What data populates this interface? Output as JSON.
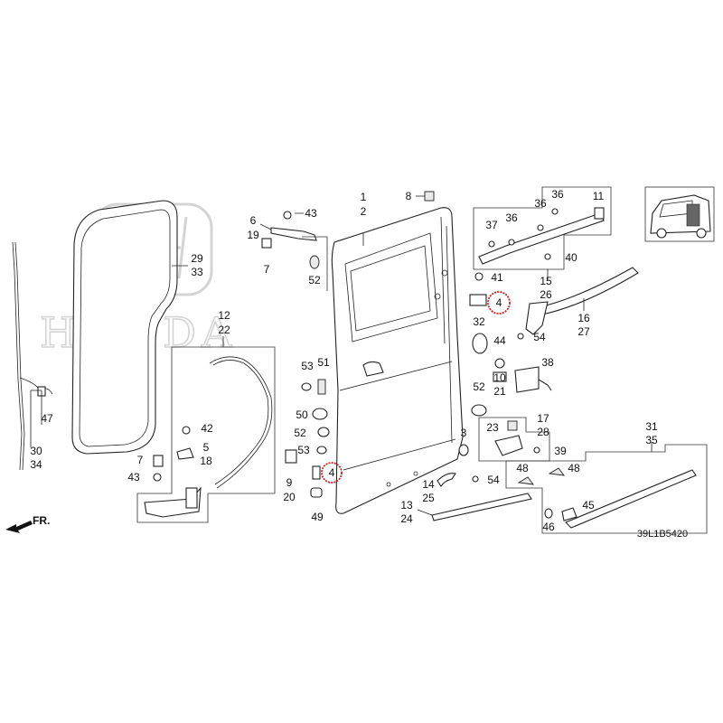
{
  "diagram_code": "39L1B5420",
  "direction_label": "FR.",
  "brand_watermark": "HONDA",
  "highlight_color": "#d21f1f",
  "callouts": [
    {
      "id": "c1",
      "text": "1"
    },
    {
      "id": "c2",
      "text": "2"
    },
    {
      "id": "c8",
      "text": "8"
    },
    {
      "id": "c6",
      "text": "6"
    },
    {
      "id": "c19",
      "text": "19"
    },
    {
      "id": "c43a",
      "text": "43"
    },
    {
      "id": "c7a",
      "text": "7"
    },
    {
      "id": "c52a",
      "text": "52"
    },
    {
      "id": "c29",
      "text": "29"
    },
    {
      "id": "c33",
      "text": "33"
    },
    {
      "id": "c12",
      "text": "12"
    },
    {
      "id": "c22",
      "text": "22"
    },
    {
      "id": "c47",
      "text": "47"
    },
    {
      "id": "c30",
      "text": "30"
    },
    {
      "id": "c34",
      "text": "34"
    },
    {
      "id": "c42",
      "text": "42"
    },
    {
      "id": "c5",
      "text": "5"
    },
    {
      "id": "c18",
      "text": "18"
    },
    {
      "id": "c7b",
      "text": "7"
    },
    {
      "id": "c43b",
      "text": "43"
    },
    {
      "id": "c53a",
      "text": "53"
    },
    {
      "id": "c51",
      "text": "51"
    },
    {
      "id": "c50",
      "text": "50"
    },
    {
      "id": "c52b",
      "text": "52"
    },
    {
      "id": "c53b",
      "text": "53"
    },
    {
      "id": "c9",
      "text": "9"
    },
    {
      "id": "c20",
      "text": "20"
    },
    {
      "id": "c49",
      "text": "49"
    },
    {
      "id": "c4a",
      "text": "4"
    },
    {
      "id": "c4b",
      "text": "4"
    },
    {
      "id": "c37",
      "text": "37"
    },
    {
      "id": "c36a",
      "text": "36"
    },
    {
      "id": "c36b",
      "text": "36"
    },
    {
      "id": "c36c",
      "text": "36"
    },
    {
      "id": "c11",
      "text": "11"
    },
    {
      "id": "c40",
      "text": "40"
    },
    {
      "id": "c41",
      "text": "41"
    },
    {
      "id": "c15",
      "text": "15"
    },
    {
      "id": "c26",
      "text": "26"
    },
    {
      "id": "c16",
      "text": "16"
    },
    {
      "id": "c27",
      "text": "27"
    },
    {
      "id": "c32",
      "text": "32"
    },
    {
      "id": "c54a",
      "text": "54"
    },
    {
      "id": "c44",
      "text": "44"
    },
    {
      "id": "c38",
      "text": "38"
    },
    {
      "id": "c10",
      "text": "10"
    },
    {
      "id": "c21",
      "text": "21"
    },
    {
      "id": "c52c",
      "text": "52"
    },
    {
      "id": "c23",
      "text": "23"
    },
    {
      "id": "c17",
      "text": "17"
    },
    {
      "id": "c28",
      "text": "28"
    },
    {
      "id": "c39",
      "text": "39"
    },
    {
      "id": "c3",
      "text": "3"
    },
    {
      "id": "c54b",
      "text": "54"
    },
    {
      "id": "c14",
      "text": "14"
    },
    {
      "id": "c25",
      "text": "25"
    },
    {
      "id": "c13",
      "text": "13"
    },
    {
      "id": "c24",
      "text": "24"
    },
    {
      "id": "c31",
      "text": "31"
    },
    {
      "id": "c35",
      "text": "35"
    },
    {
      "id": "c48a",
      "text": "48"
    },
    {
      "id": "c48b",
      "text": "48"
    },
    {
      "id": "c45",
      "text": "45"
    },
    {
      "id": "c46",
      "text": "46"
    }
  ]
}
